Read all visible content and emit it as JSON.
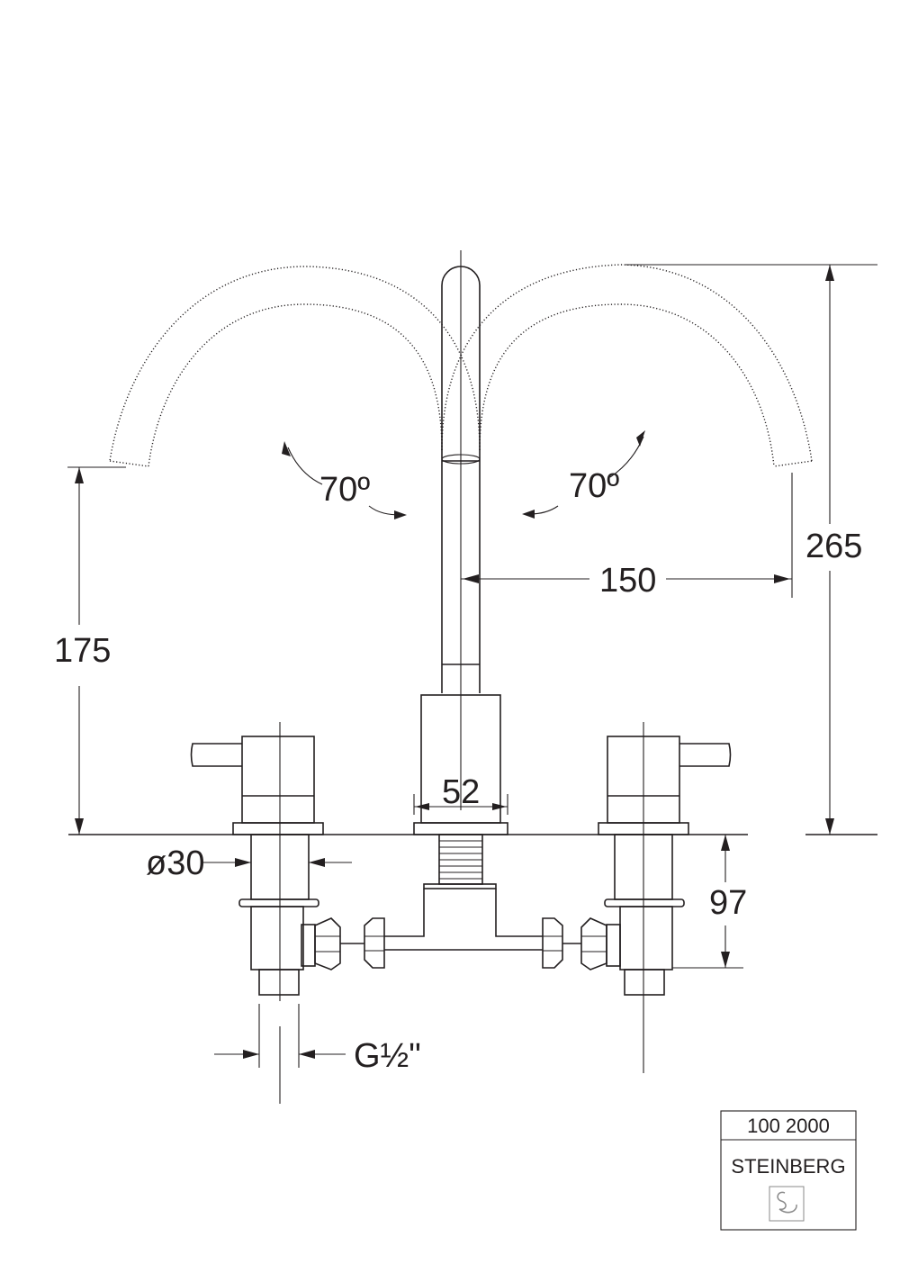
{
  "dimensions": {
    "total_height": "265",
    "spout_height": "175",
    "spout_reach": "150",
    "body_width": "52",
    "handle_diameter": "ø30",
    "below_deck": "97",
    "thread": "G½\""
  },
  "rotation": {
    "left": "70º",
    "right": "70º"
  },
  "title_block": {
    "article_number": "100 2000",
    "brand": "STEINBERG"
  },
  "colors": {
    "line": "#231f20",
    "background": "#ffffff"
  }
}
